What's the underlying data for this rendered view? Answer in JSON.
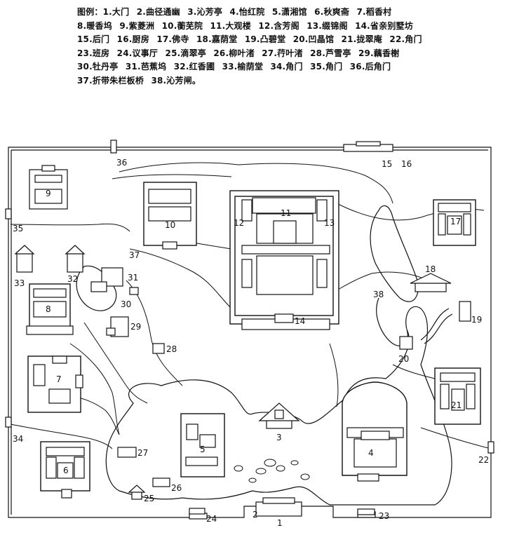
{
  "legend": {
    "title": "图例：",
    "items": [
      "1.大门",
      "2.曲径通幽",
      "3.沁芳亭",
      "4.怡红院",
      "5.潇湘馆",
      "6.秋爽斋",
      "7.稻香村",
      "8.暖香坞",
      "9.紫菱洲",
      "10.蘅芜院",
      "11.大观楼",
      "12.含芳阁",
      "13.缀锦阁",
      "14.省亲别墅坊",
      "15.后门",
      "16.厨房",
      "17.佛寺",
      "18.嘉荫堂",
      "19.凸碧堂",
      "20.凹晶馆",
      "21.拢翠庵",
      "22.角门",
      "23.班房",
      "24.议事厅",
      "25.滴翠亭",
      "26.柳叶渚",
      "27.荇叶渚",
      "28.芦雪亭",
      "29.藕香榭",
      "30.牡丹亭",
      "31.芭蕉坞",
      "32.红香圃",
      "33.榆荫堂",
      "34.角门",
      "35.角门",
      "36.后角门",
      "37.折带朱栏板桥",
      "38.沁芳闸。"
    ]
  },
  "map": {
    "labels": [
      "1",
      "2",
      "3",
      "4",
      "5",
      "6",
      "7",
      "8",
      "9",
      "10",
      "11",
      "12",
      "13",
      "14",
      "15",
      "16",
      "17",
      "18",
      "19",
      "20",
      "21",
      "22",
      "23",
      "24",
      "25",
      "26",
      "27",
      "28",
      "29",
      "30",
      "31",
      "32",
      "33",
      "34",
      "35",
      "36",
      "37",
      "38"
    ]
  }
}
